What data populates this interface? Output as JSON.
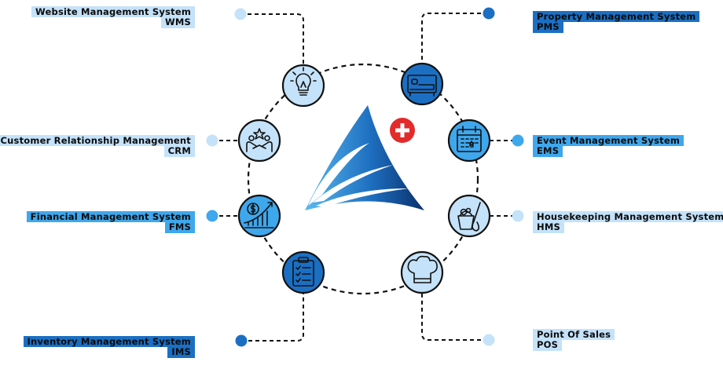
{
  "nodes": [
    {
      "key": "wms",
      "title": "Website Management System",
      "abbr": "WMS",
      "side": "left",
      "shade": "light",
      "icon": "lightbulb-icon"
    },
    {
      "key": "crm",
      "title": "Customer Relationship Management",
      "abbr": "CRM",
      "side": "left",
      "shade": "light",
      "icon": "handshake-icon"
    },
    {
      "key": "fms",
      "title": "Financial Management System",
      "abbr": "FMS",
      "side": "left",
      "shade": "mid",
      "icon": "finance-chart-icon"
    },
    {
      "key": "ims",
      "title": "Inventory Management System",
      "abbr": "IMS",
      "side": "left",
      "shade": "dark",
      "icon": "clipboard-icon"
    },
    {
      "key": "pms",
      "title": "Property Management System",
      "abbr": "PMS",
      "side": "right",
      "shade": "dark",
      "icon": "bed-icon"
    },
    {
      "key": "ems",
      "title": "Event Management System",
      "abbr": "EMS",
      "side": "right",
      "shade": "mid",
      "icon": "calendar-icon"
    },
    {
      "key": "hms",
      "title": "Housekeeping Management System",
      "abbr": "HMS",
      "side": "right",
      "shade": "light",
      "icon": "cleaning-bucket-icon"
    },
    {
      "key": "pos",
      "title": "Point Of Sales",
      "abbr": "POS",
      "side": "right",
      "shade": "light",
      "icon": "chef-hat-icon"
    }
  ],
  "colors": {
    "light": "#c4e2f9",
    "mid": "#3fa7ec",
    "dark": "#1b6fc3",
    "line": "#111111",
    "logo_blue": "#1e6fc0",
    "logo_dark": "#0a2f6b",
    "logo_red": "#e32b2b"
  },
  "logo": {
    "icon": "triangle-logo-icon",
    "badge_icon": "plus-icon"
  }
}
